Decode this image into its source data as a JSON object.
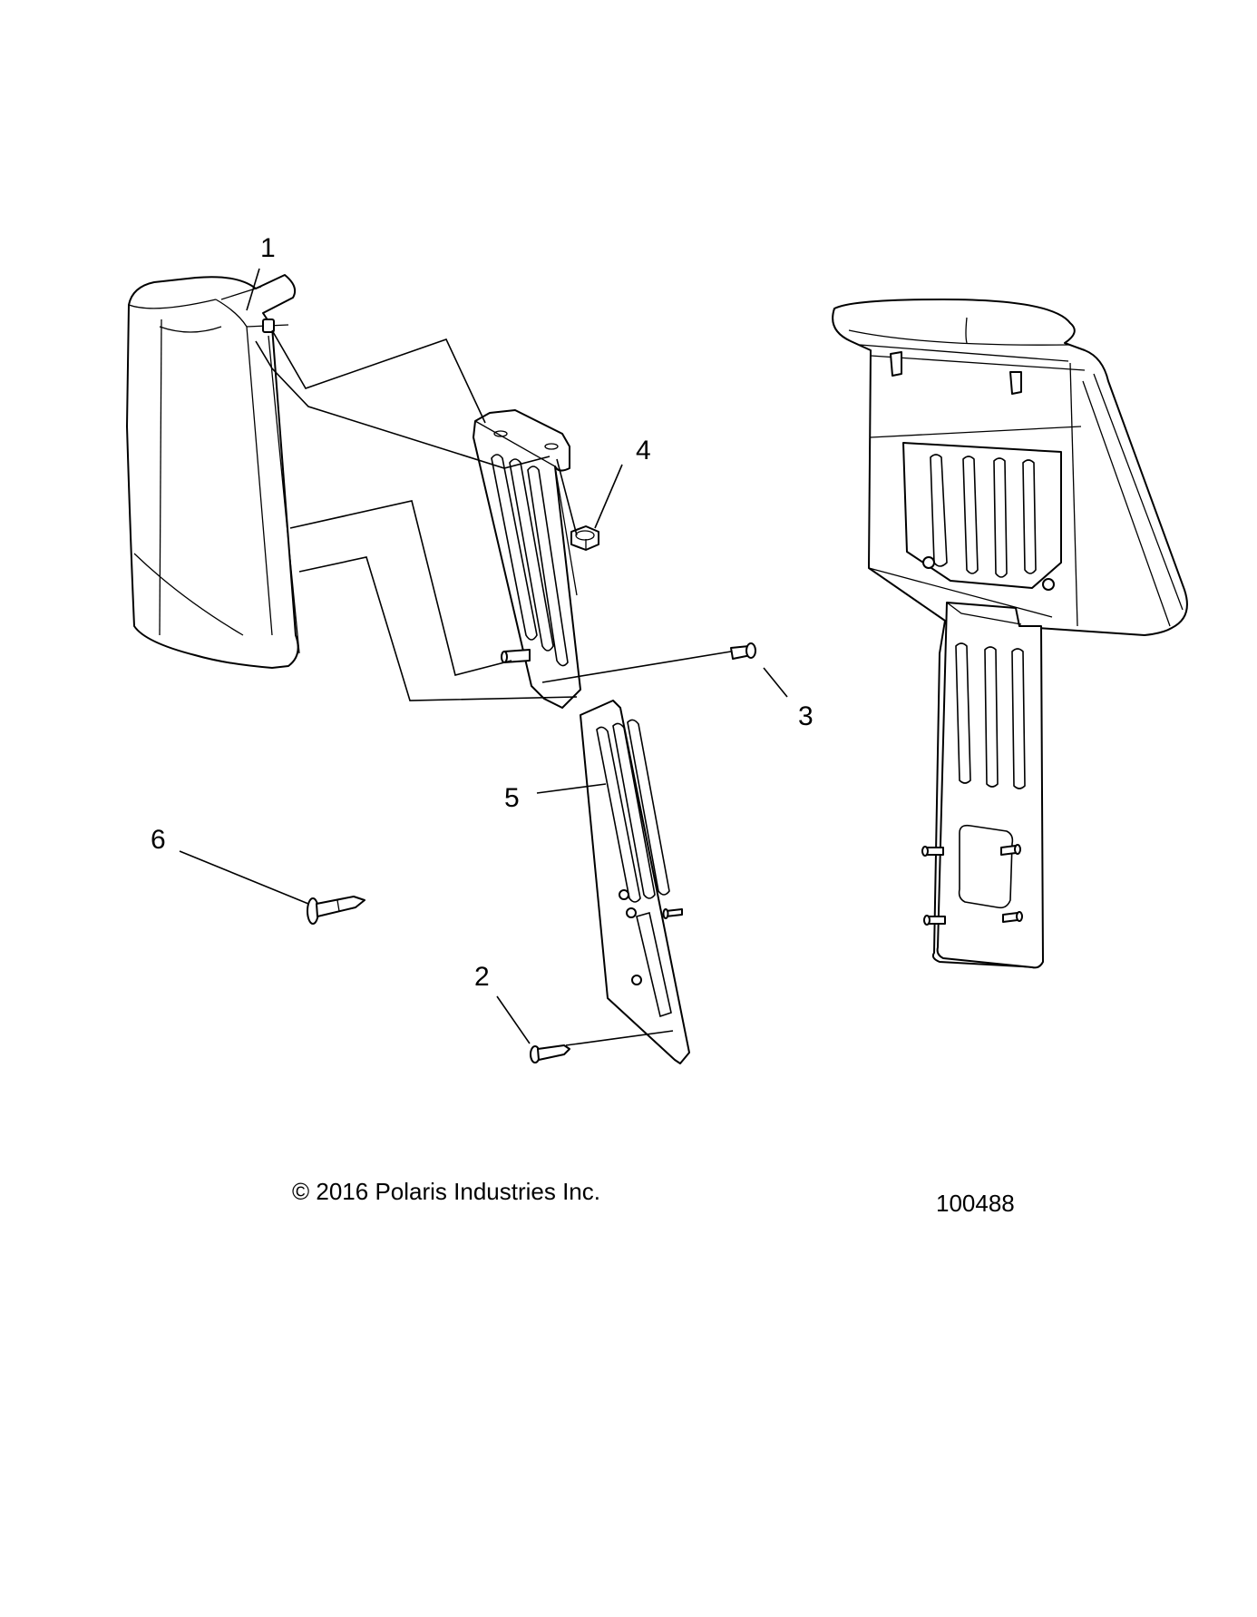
{
  "diagram": {
    "callouts": [
      {
        "id": "1",
        "label": "1"
      },
      {
        "id": "2",
        "label": "2"
      },
      {
        "id": "3",
        "label": "3"
      },
      {
        "id": "4",
        "label": "4"
      },
      {
        "id": "5",
        "label": "5"
      },
      {
        "id": "6",
        "label": "6"
      }
    ],
    "copyright": "© 2016 Polaris Industries Inc.",
    "drawing_number": "100488"
  }
}
